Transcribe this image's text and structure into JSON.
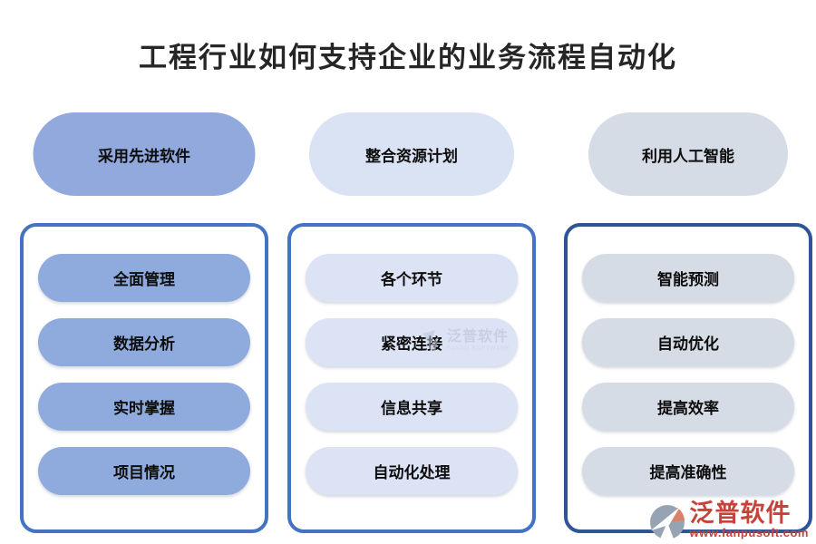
{
  "title": "工程行业如何支持企业的业务流程自动化",
  "columns": [
    {
      "header": "采用先进软件",
      "header_color": "#92a9de",
      "item_color": "#8faadc",
      "border_color": "#4472c4",
      "items": [
        "全面管理",
        "数据分析",
        "实时掌握",
        "项目情况"
      ]
    },
    {
      "header": "整合资源计划",
      "header_color": "#dae3f3",
      "item_color": "#dce3f5",
      "border_color": "#4472c4",
      "items": [
        "各个环节",
        "紧密连接",
        "信息共享",
        "自动化处理"
      ]
    },
    {
      "header": "利用人工智能",
      "header_color": "#d6dce5",
      "item_color": "#d6dce5",
      "border_color": "#2f5597",
      "items": [
        "智能预测",
        "自动优化",
        "提高效率",
        "提高准确性"
      ]
    }
  ],
  "watermark": {
    "text": "泛普软件",
    "subtext": "FANPU SOFTWARE"
  },
  "brand": {
    "name": "泛普软件",
    "url": "www.fanpusoft.com",
    "accent_color": "#c8423c",
    "icon_gray": "#95a3b3",
    "icon_salmon": "#d9826a"
  },
  "colors": {
    "title_text": "#262626",
    "pill_text": "#0d0d0d",
    "background": "#ffffff"
  }
}
